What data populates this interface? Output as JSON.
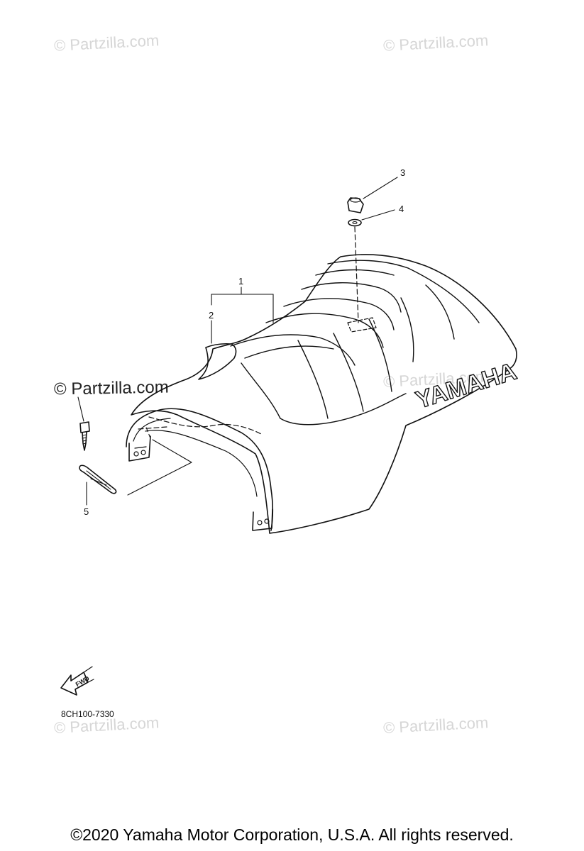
{
  "watermarks": {
    "top_left": "© Partzilla.com",
    "top_right": "© Partzilla.com",
    "middle_left": "© Partzilla.com",
    "middle_right": "© Partzilla.com",
    "bottom_left": "© Partzilla.com",
    "bottom_right": "© Partzilla.com"
  },
  "diagram": {
    "brand_text": "YAMAHA",
    "fwd_label": "FWD",
    "callouts": [
      "1",
      "2",
      "3",
      "4",
      "5"
    ],
    "diagram_code": "8CH100-7330"
  },
  "footer": {
    "copyright": "©2020 Yamaha Motor Corporation, U.S.A. All rights reserved."
  }
}
